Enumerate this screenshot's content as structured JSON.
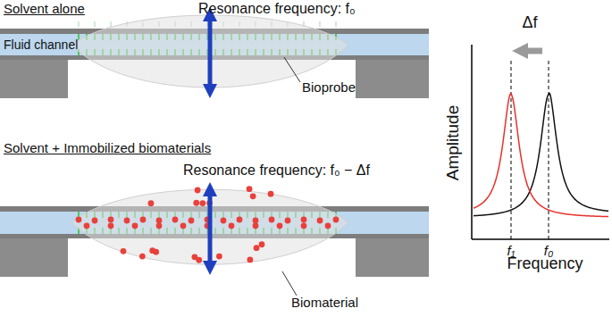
{
  "diagram": {
    "nodes": [
      {
        "text": [
          "Fluid channel"
        ]
      }
    ],
    "labels": [
      "Solvent alone",
      "Resonance frequency: f₀",
      "Bioprobe",
      "Solvent + Immobilized biomaterials",
      "Resonance frequency: f₀ − Δf",
      "Biomaterial",
      "Δf",
      "Amplitude",
      "Frequency",
      "f₁",
      "f₀"
    ]
  }
}
